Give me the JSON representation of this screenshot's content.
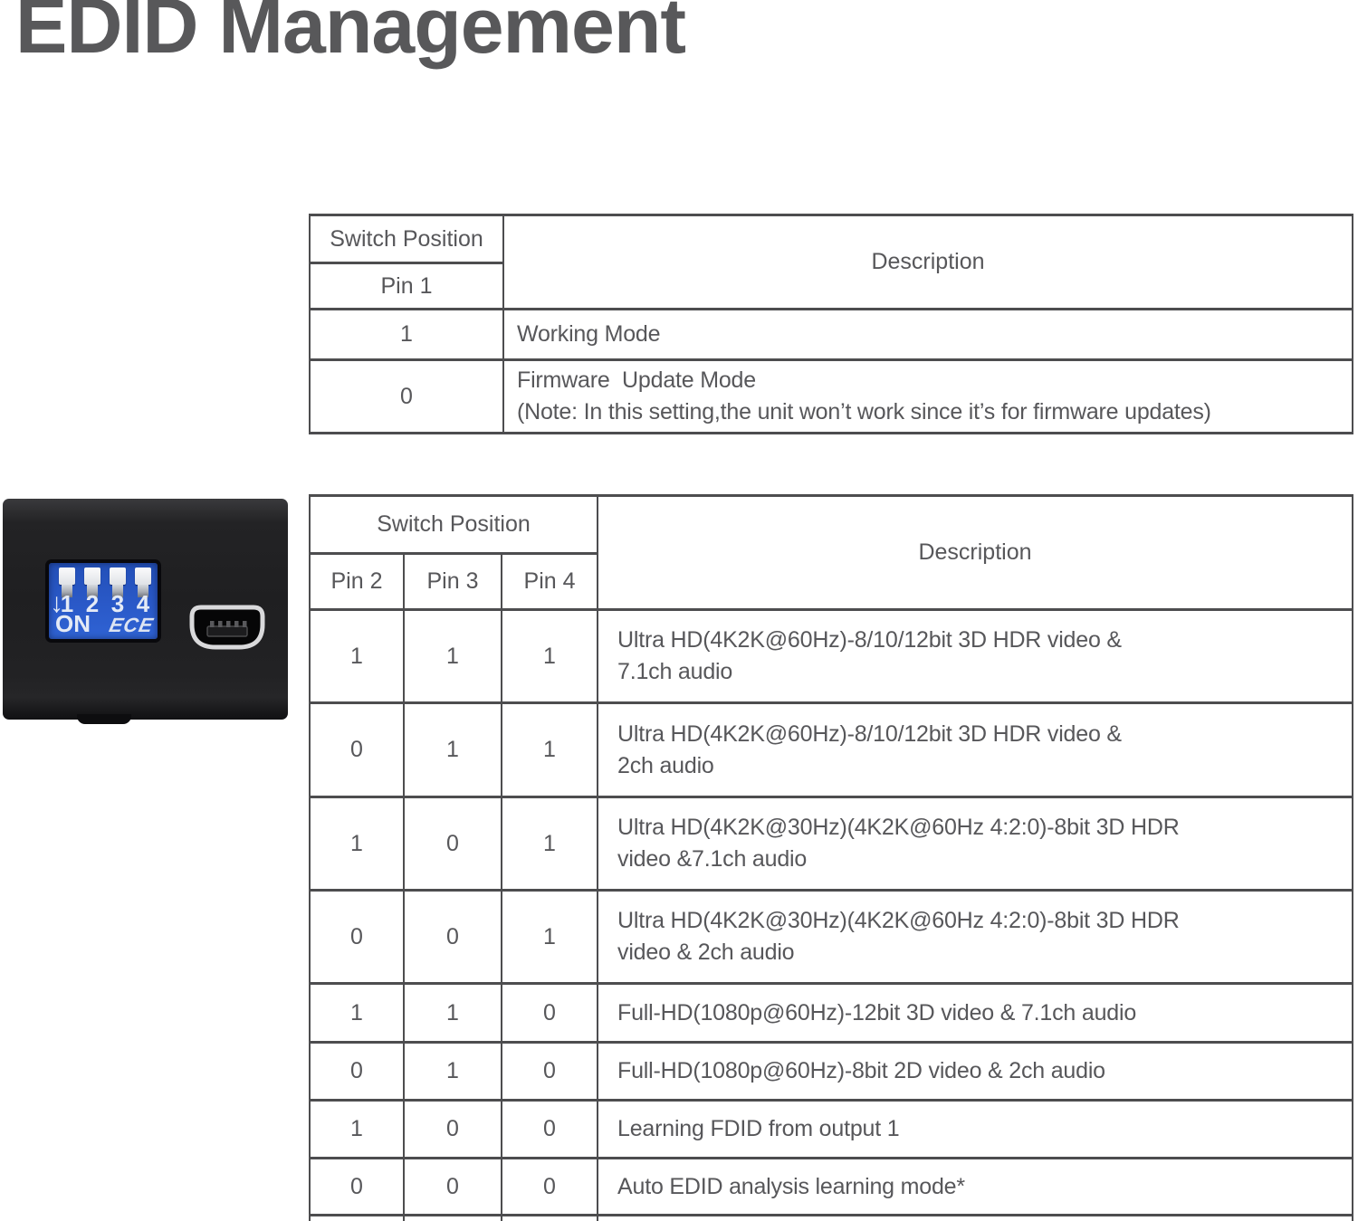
{
  "page": {
    "title": "EDID Management"
  },
  "colors": {
    "table_border": "#4d4d4f",
    "text_gray": "#57575a",
    "dip_blue": "#2a59c8",
    "device_black": "#1f1f21"
  },
  "device": {
    "dip_arrow": "↓",
    "dip_numbers": [
      "1",
      "2",
      "3",
      "4"
    ],
    "dip_on_label": "ON",
    "dip_logo": "ECE"
  },
  "table1": {
    "header": {
      "group": "Switch Position",
      "pin": "Pin 1",
      "description": "Description"
    },
    "rows": [
      {
        "value": "1",
        "description": "Working Mode"
      },
      {
        "value": "0",
        "description": "Firmware  Update Mode\n(Note: In this setting,the unit won’t work since it’s for firmware updates)"
      }
    ]
  },
  "table2": {
    "header": {
      "group": "Switch Position",
      "pins": [
        "Pin 2",
        "Pin 3",
        "Pin 4"
      ],
      "description": "Description"
    },
    "rows": [
      {
        "pins": [
          "1",
          "1",
          "1"
        ],
        "description": "Ultra HD(4K2K@60Hz)-8/10/12bit 3D HDR video &\n7.1ch audio"
      },
      {
        "pins": [
          "0",
          "1",
          "1"
        ],
        "description": "Ultra HD(4K2K@60Hz)-8/10/12bit 3D HDR video &\n2ch audio"
      },
      {
        "pins": [
          "1",
          "0",
          "1"
        ],
        "description": "Ultra HD(4K2K@30Hz)(4K2K@60Hz 4:2:0)-8bit 3D HDR\nvideo &7.1ch audio"
      },
      {
        "pins": [
          "0",
          "0",
          "1"
        ],
        "description": "Ultra HD(4K2K@30Hz)(4K2K@60Hz 4:2:0)-8bit 3D HDR\nvideo & 2ch audio"
      },
      {
        "pins": [
          "1",
          "1",
          "0"
        ],
        "description": "Full-HD(1080p@60Hz)-12bit 3D video & 7.1ch audio"
      },
      {
        "pins": [
          "0",
          "1",
          "0"
        ],
        "description": "Full-HD(1080p@60Hz)-8bit 2D video & 2ch audio"
      },
      {
        "pins": [
          "1",
          "0",
          "0"
        ],
        "description": "Learning FDID from output 1"
      },
      {
        "pins": [
          "0",
          "0",
          "0"
        ],
        "description": "Auto EDID analysis learning mode*"
      }
    ]
  }
}
